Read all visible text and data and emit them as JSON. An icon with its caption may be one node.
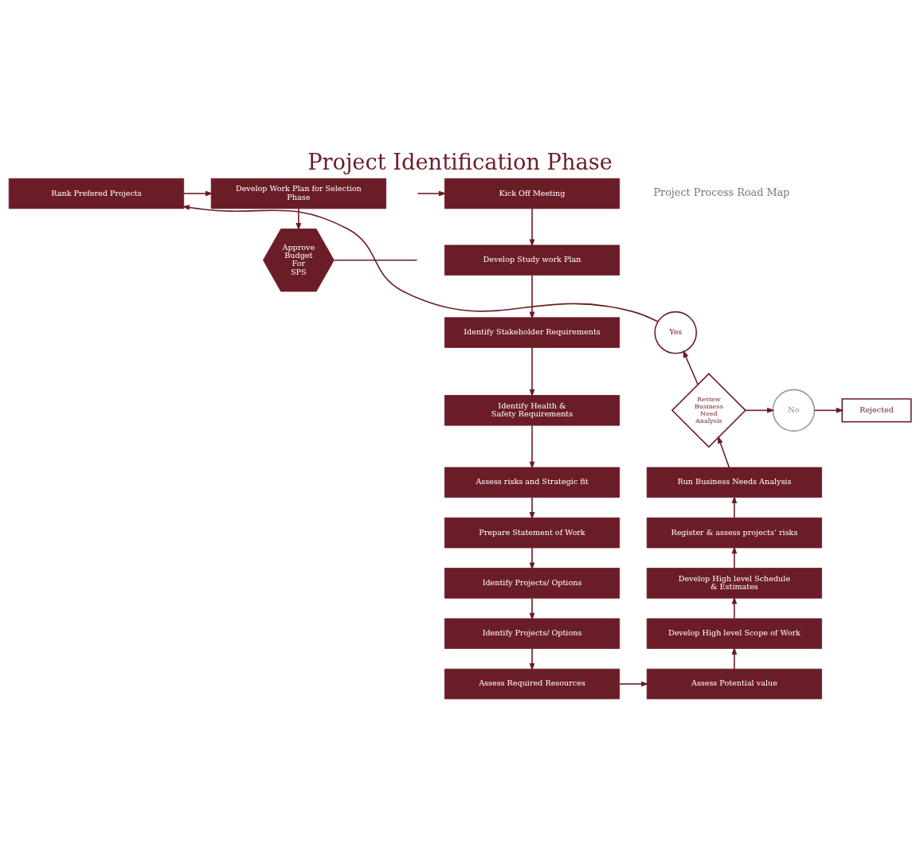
{
  "diagram": {
    "title": "Project Identification Phase",
    "nodes": [
      {
        "text": [
          "Kick Off Meeting"
        ]
      },
      {
        "text": [
          "Develop Study work Plan"
        ]
      },
      {
        "text": [
          "Identify Stakeholder Requirements"
        ]
      },
      {
        "text": [
          "Identify Health & Safety Requirements"
        ]
      },
      {
        "text": [
          "Assess risks and Strategic fit"
        ]
      },
      {
        "text": [
          "Prepare Statement of Work"
        ]
      },
      {
        "text": [
          "Identify Projects/ Options"
        ]
      },
      {
        "text": [
          "Identify Projects/ Options"
        ]
      },
      {
        "text": [
          "Assess Required Resources"
        ]
      },
      {
        "text": [
          "Assess Potential value"
        ]
      },
      {
        "text": [
          "Develop High level Scope of Work"
        ]
      },
      {
        "text": [
          "Develop High level Schedule & Estimates"
        ]
      },
      {
        "text": [
          "Register & assess projects’ risks"
        ]
      },
      {
        "text": [
          "Run Business Needs Analysis"
        ]
      },
      {
        "text": [
          "Review Business Need Analysis"
        ]
      },
      {
        "text": [
          "Yes"
        ]
      },
      {
        "text": [
          "No"
        ]
      },
      {
        "text": [
          "Rejected"
        ]
      },
      {
        "text": [
          "Rank Prefered Projects"
        ]
      },
      {
        "text": [
          "Develop Work Plan for Selection Phase"
        ]
      },
      {
        "text": [
          "Approve Budget For SPS"
        ]
      }
    ],
    "edges": [
      {
        "from": null,
        "to": 0,
        "arrow": "to"
      },
      {
        "from": 0,
        "to": 1,
        "arrow": "to"
      },
      {
        "from": 1,
        "to": 2,
        "arrow": "to"
      },
      {
        "from": 2,
        "to": 3,
        "arrow": "to"
      },
      {
        "from": 3,
        "to": 4,
        "arrow": "to"
      },
      {
        "from": 4,
        "to": 5,
        "arrow": "to"
      },
      {
        "from": 5,
        "to": 6,
        "arrow": "to"
      },
      {
        "from": 6,
        "to": 7,
        "arrow": "to"
      },
      {
        "from": 7,
        "to": 8,
        "arrow": "to"
      },
      {
        "from": 8,
        "to": 9,
        "arrow": "to"
      },
      {
        "from": 9,
        "to": 10,
        "arrow": "to"
      },
      {
        "from": 10,
        "to": 11,
        "arrow": "to"
      },
      {
        "from": 11,
        "to": 12,
        "arrow": "to"
      },
      {
        "from": 12,
        "to": 13,
        "arrow": "to"
      },
      {
        "from": 13,
        "to": 14,
        "arrow": "to"
      },
      {
        "from": 14,
        "to": 15,
        "arrow": "to"
      },
      {
        "from": 14,
        "to": 16,
        "arrow": "to"
      },
      {
        "from": 16,
        "to": 17,
        "arrow": "to"
      },
      {
        "from": 15,
        "to": 18,
        "arrow": "to"
      },
      {
        "from": 18,
        "to": 19,
        "arrow": "to"
      },
      {
        "from": 19,
        "to": 20,
        "arrow": "to"
      },
      {
        "from": 20,
        "to": null,
        "arrow": "none"
      }
    ],
    "labels": [
      "Project Process Road Map"
    ]
  }
}
